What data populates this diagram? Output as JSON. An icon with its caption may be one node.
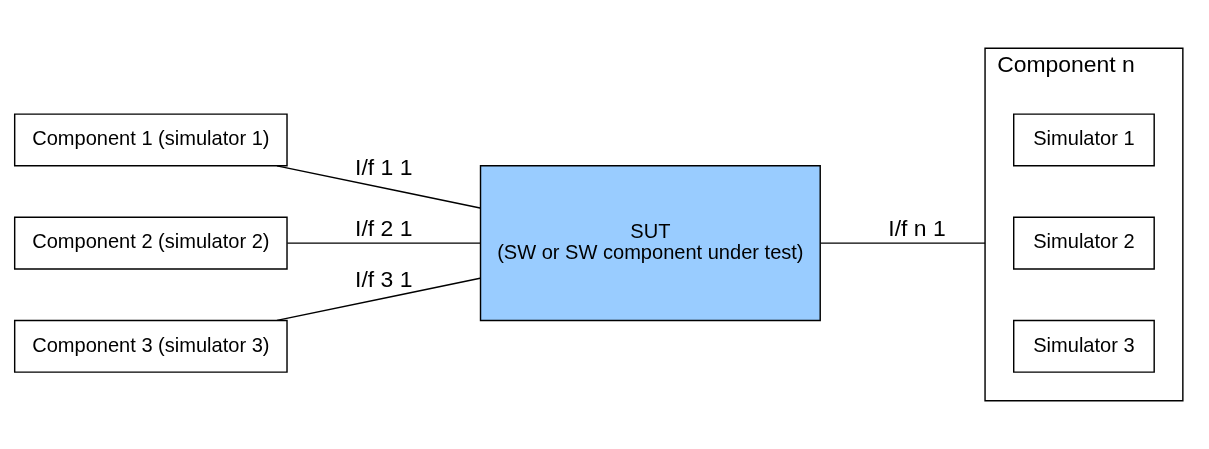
{
  "diagram": {
    "nodes": [
      {
        "text": [
          "Component 1 (simulator 1)"
        ]
      },
      {
        "text": [
          "Component 2 (simulator 2)"
        ]
      },
      {
        "text": [
          "Component 3 (simulator 3)"
        ]
      },
      {
        "text": [
          "SUT",
          "(SW or SW component under test)"
        ]
      },
      {
        "text": [
          "Component n"
        ]
      },
      {
        "text": [
          "Simulator 1"
        ],
        "in": 4
      },
      {
        "text": [
          "Simulator 2"
        ],
        "in": 4
      },
      {
        "text": [
          "Simulator 3"
        ],
        "in": 4
      }
    ],
    "edges": [
      {
        "from": 0,
        "to": 3,
        "arrow": "none",
        "label": "I/f 1 1"
      },
      {
        "from": 1,
        "to": 3,
        "arrow": "none",
        "label": "I/f 2 1"
      },
      {
        "from": 2,
        "to": 3,
        "arrow": "none",
        "label": "I/f 3 1"
      },
      {
        "from": 3,
        "to": 4,
        "arrow": "none",
        "label": "I/f n 1"
      }
    ]
  }
}
